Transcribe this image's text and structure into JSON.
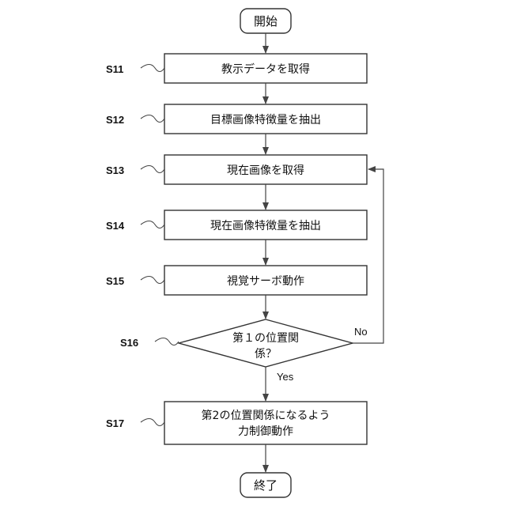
{
  "start": {
    "text": "開始"
  },
  "end": {
    "text": "終了"
  },
  "steps": [
    {
      "id": "S11",
      "lines": [
        "教示データを取得"
      ]
    },
    {
      "id": "S12",
      "lines": [
        "目標画像特徴量を抽出"
      ]
    },
    {
      "id": "S13",
      "lines": [
        "現在画像を取得"
      ]
    },
    {
      "id": "S14",
      "lines": [
        "現在画像特徴量を抽出"
      ]
    },
    {
      "id": "S15",
      "lines": [
        "視覚サーボ動作"
      ]
    }
  ],
  "decision": {
    "id": "S16",
    "lines": [
      "第１の位置関",
      "係？"
    ],
    "no_label": "No",
    "yes_label": "Yes"
  },
  "final_step": {
    "id": "S17",
    "lines": [
      "第2の位置関係になるよう",
      "力制御動作"
    ]
  }
}
